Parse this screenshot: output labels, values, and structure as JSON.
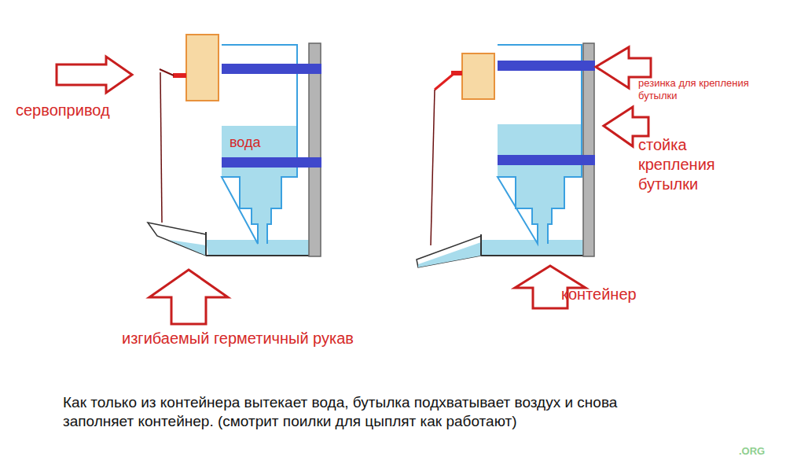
{
  "diagram": {
    "caption": "Как только из контейнера вытекает вода, бутылка подхватывает воздух и снова заполняет контейнер. (смотрит поилки для цыплят как работают)",
    "labels": [
      "сервопривод",
      "вода",
      "изгибаемый герметичный рукав",
      "резинка для крепления бутылки",
      "стойка крепления бутылки",
      "контейнер",
      ".ORG"
    ]
  }
}
